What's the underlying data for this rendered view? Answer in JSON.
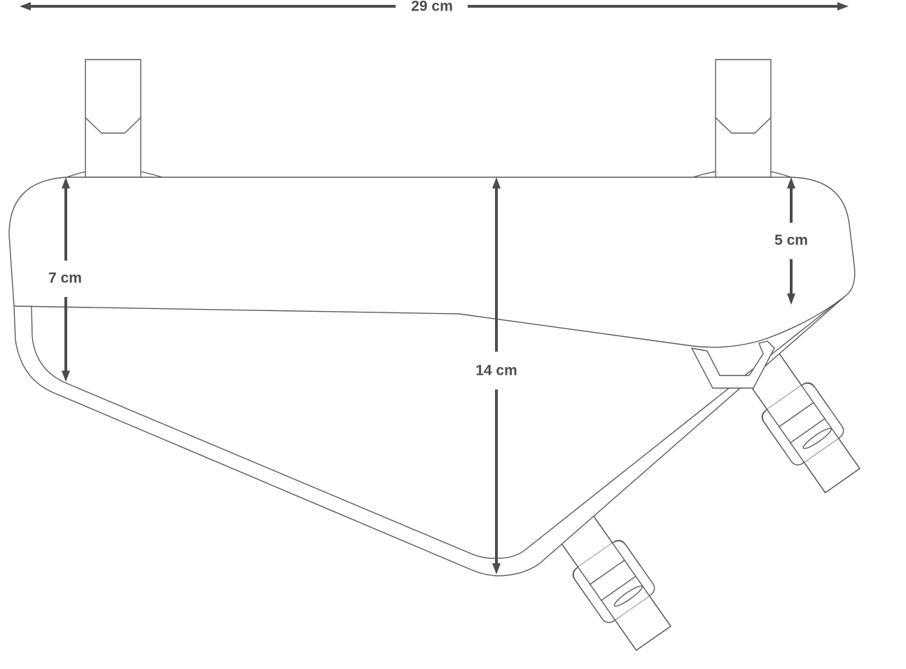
{
  "diagram": {
    "dimensions": {
      "width": "29 cm",
      "front_height": "7 cm",
      "total_height": "14 cm",
      "rear_height": "5 cm"
    },
    "colors": {
      "dimension": "#4a4d50",
      "outline": "#5a5a5a"
    }
  }
}
